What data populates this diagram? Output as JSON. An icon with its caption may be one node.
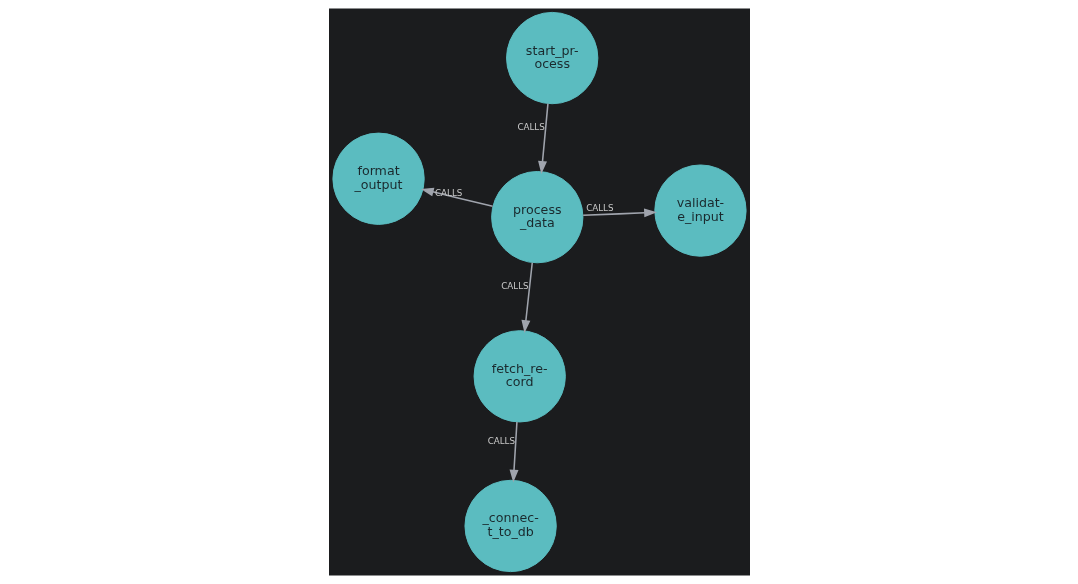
{
  "diagram": {
    "nodes": [
      {
        "text": [
          "format _output"
        ]
      },
      {
        "text": [
          "validat- e_input"
        ]
      },
      {
        "text": [
          "_connec- t_to_db"
        ]
      },
      {
        "text": [
          "start_pr- ocess"
        ]
      },
      {
        "text": [
          "process _data"
        ]
      },
      {
        "text": [
          "fetch_re- cord"
        ]
      }
    ],
    "edges": [
      {
        "from": 4,
        "to": 0,
        "arrow": "to",
        "label": "CALLS"
      },
      {
        "from": 4,
        "to": 1,
        "arrow": "to",
        "label": "CALLS"
      },
      {
        "from": 3,
        "to": 4,
        "arrow": "to",
        "label": "CALLS"
      },
      {
        "from": 4,
        "to": 5,
        "arrow": "to",
        "label": "CALLS"
      },
      {
        "from": 5,
        "to": 2,
        "arrow": "to",
        "label": "CALLS"
      }
    ]
  }
}
